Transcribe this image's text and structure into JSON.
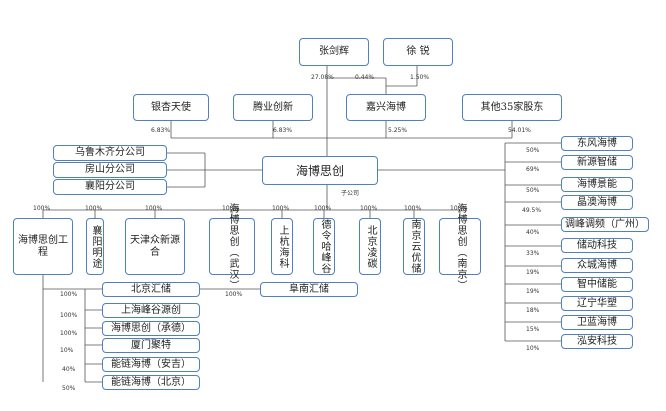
{
  "top_shareholders": {
    "zhang": "张剑辉",
    "xu": "徐 锐",
    "yinxing": "银杏天使",
    "tengye": "腾业创新",
    "jiaxing": "嘉兴海博",
    "others": "其他35家股东"
  },
  "center": "海博思创",
  "branches": [
    "乌鲁木齐分公司",
    "房山分公司",
    "襄阳分公司"
  ],
  "sub_label": "子公司",
  "subsidiaries": [
    "海博思创工程",
    "襄阳明途",
    "天津众新源合",
    "海博思创（武汉）",
    "上杭海科",
    "德令哈峰谷",
    "北京凌碳",
    "南京云优储",
    "海博思创（南京）"
  ],
  "gongcheng_children": [
    "北京汇储",
    "上海峰谷源创",
    "海博思创（承德）",
    "厦门聚特",
    "能链海博（安吉）",
    "能链海博（北京）"
  ],
  "fuyang": "阜南汇储",
  "right_companies": [
    "东风海博",
    "新源智储",
    "海博景能",
    "晶澳海博",
    "调峰调频（广州）",
    "储动科技",
    "众城海博",
    "智中储能",
    "辽宁华塑",
    "卫蓝海博",
    "泓安科技"
  ],
  "pct": {
    "zhang_center": "27.08%",
    "zhang_jiaxing": "0.44%",
    "xu_jiaxing": "1.50%",
    "yinxing": "6.83%",
    "tengye": "6.83%",
    "jiaxing": "5.25%",
    "others": "54.01%",
    "subs": [
      "100%",
      "100%",
      "100%",
      "100%",
      "100%",
      "100%",
      "100%",
      "100%",
      "100%"
    ],
    "gongcheng_children": [
      "100%",
      "100%",
      "100%",
      "10%",
      "40%",
      "50%"
    ],
    "fuyang": "100%",
    "right": [
      "50%",
      "69%",
      "50%",
      "",
      "49.5%",
      "40%",
      "33%",
      "19%",
      "19%",
      "18%",
      "15%",
      "10%"
    ]
  }
}
